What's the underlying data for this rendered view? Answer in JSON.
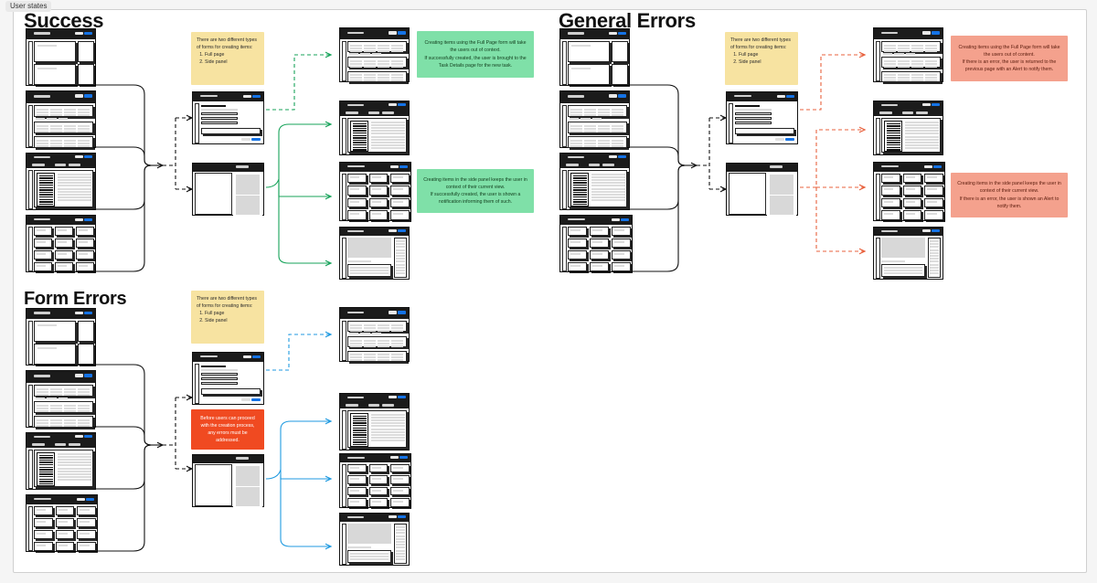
{
  "canvas": {
    "frame_label": "User states",
    "background": "#f5f5f5",
    "frame_background": "#ffffff"
  },
  "sections": [
    {
      "id": "success",
      "title": "Success"
    },
    {
      "id": "general-errors",
      "title": "General Errors"
    },
    {
      "id": "form-errors",
      "title": "Form Errors"
    }
  ],
  "notes": {
    "success_forms": {
      "color": "#f7e3a1",
      "intro": "There are two different types of forms for creating items:",
      "items": [
        "Full page",
        "Side panel"
      ]
    },
    "success_fullpage": {
      "color": "#7fe0a8",
      "line1": "Creating items using the Full Page form will take the users out of context.",
      "line2": "If successfully created, the user is brought to the Task Details page for the new task."
    },
    "success_sidepanel": {
      "color": "#7fe0a8",
      "line1": "Creating items in the side panel keeps the user in context of their current view.",
      "line2": "If successfully created, the user is shown a notification informing them of such."
    },
    "general_forms": {
      "color": "#f7e3a1",
      "intro": "There are two different types of forms for creating items:",
      "items": [
        "Full page",
        "Side panel"
      ]
    },
    "general_fullpage": {
      "color": "#f4a18d",
      "line1": "Creating items using the Full Page form will take the users out of content.",
      "line2": "If there is an error, the user is returned to the previous page with an Alert to notify them."
    },
    "general_sidepanel": {
      "color": "#f4a18d",
      "line1": "Creating items in the side panel keeps the user in context of their current view.",
      "line2": "If there is an error, the user is shown an Alert to notify them."
    },
    "form_forms": {
      "color": "#f7e3a1",
      "intro": "There are two different types of forms for creating items:",
      "items": [
        "Full page",
        "Side panel"
      ]
    },
    "form_blocker": {
      "color": "#f04a21",
      "line1": "Before users can proceed with the creation process, any errors must be addressed."
    }
  },
  "screen_types": {
    "dashboard": "dashboard-screen",
    "list": "list-table-screen",
    "detail_list": "detail-list-screen",
    "card_grid": "card-grid-screen",
    "full_page_form": "full-page-form-screen",
    "side_panel": "side-panel-screen",
    "task_details": "task-details-screen"
  },
  "flows": {
    "success": {
      "sources": [
        "dashboard-screen",
        "list-table-screen",
        "detail-list-screen",
        "card-grid-screen"
      ],
      "forms": [
        "full-page-form-screen",
        "side-panel-screen"
      ],
      "results": [
        "list-table-screen",
        "detail-list-screen",
        "card-grid-screen",
        "task-details-screen"
      ],
      "connector_color": "#17a35a"
    },
    "general_errors": {
      "sources": [
        "dashboard-screen",
        "list-table-screen",
        "detail-list-screen",
        "card-grid-screen"
      ],
      "forms": [
        "full-page-form-screen",
        "side-panel-screen"
      ],
      "results": [
        "list-table-screen",
        "detail-list-screen",
        "card-grid-screen",
        "task-details-screen"
      ],
      "connector_color": "#e8603c"
    },
    "form_errors": {
      "sources": [
        "dashboard-screen",
        "list-table-screen",
        "detail-list-screen",
        "card-grid-screen"
      ],
      "forms": [
        "full-page-form-screen",
        "side-panel-screen"
      ],
      "results": [
        "list-table-screen",
        "detail-list-screen",
        "card-grid-screen",
        "task-details-screen"
      ],
      "connector_color": "#1f9ae0"
    }
  },
  "colors": {
    "chrome_bar": "#1b1b1b",
    "primary_button": "#1573e6",
    "secondary_button": "#e8e8e8",
    "stroke": "#111111",
    "placeholder": "#dcdcdc"
  }
}
